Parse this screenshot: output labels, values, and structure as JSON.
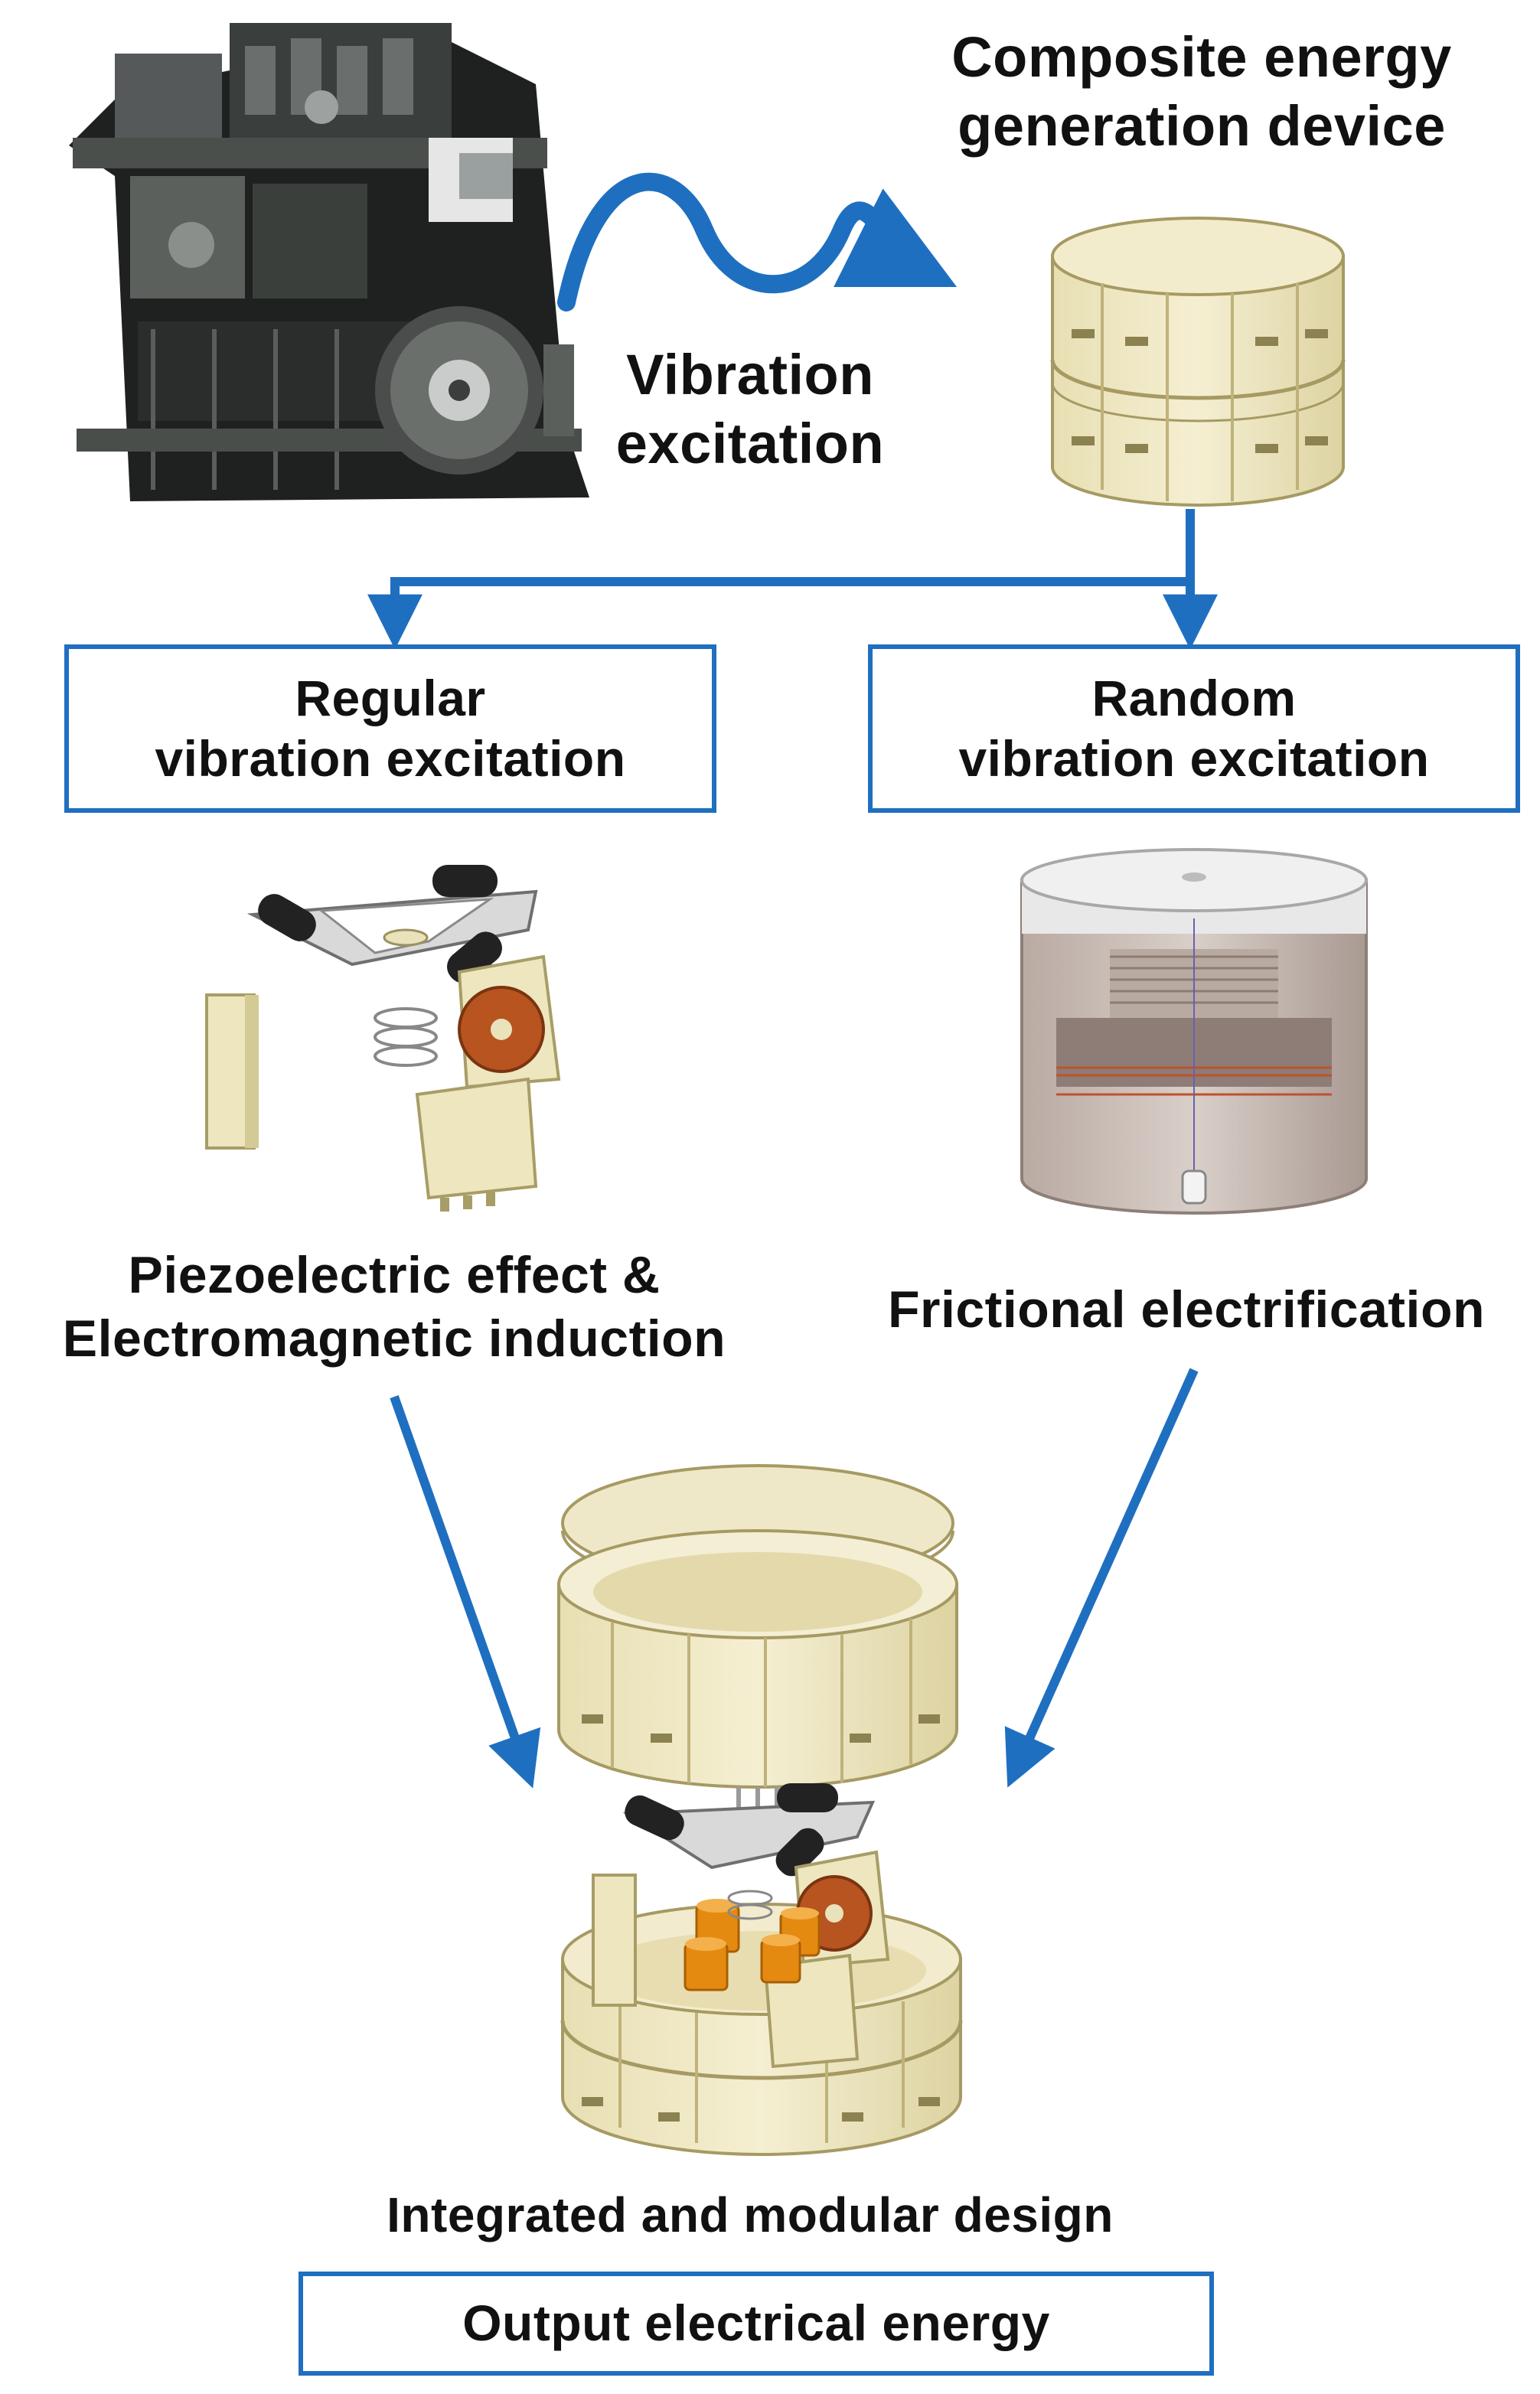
{
  "labels": {
    "device_title_line1": "Composite energy",
    "device_title_line2": "generation device",
    "vibration_line1": "Vibration",
    "vibration_line2": "excitation",
    "regular_box_line1": "Regular",
    "regular_box_line2": "vibration excitation",
    "random_box_line1": "Random",
    "random_box_line2": "vibration excitation",
    "piezo_line1": "Piezoelectric effect &",
    "piezo_line2": "Electromagnetic induction",
    "frictional": "Frictional electrification",
    "integrated": "Integrated and modular design",
    "output_box": "Output electrical energy"
  },
  "colors": {
    "arrow_blue": "#1f6fc0",
    "box_border": "#1f6fc0",
    "module_beige": "#ede5bd",
    "engine_dark": "#2b2f2b",
    "coil_copper": "#b7541f",
    "magnet_orange": "#e58a10",
    "roller_black": "#222222"
  }
}
